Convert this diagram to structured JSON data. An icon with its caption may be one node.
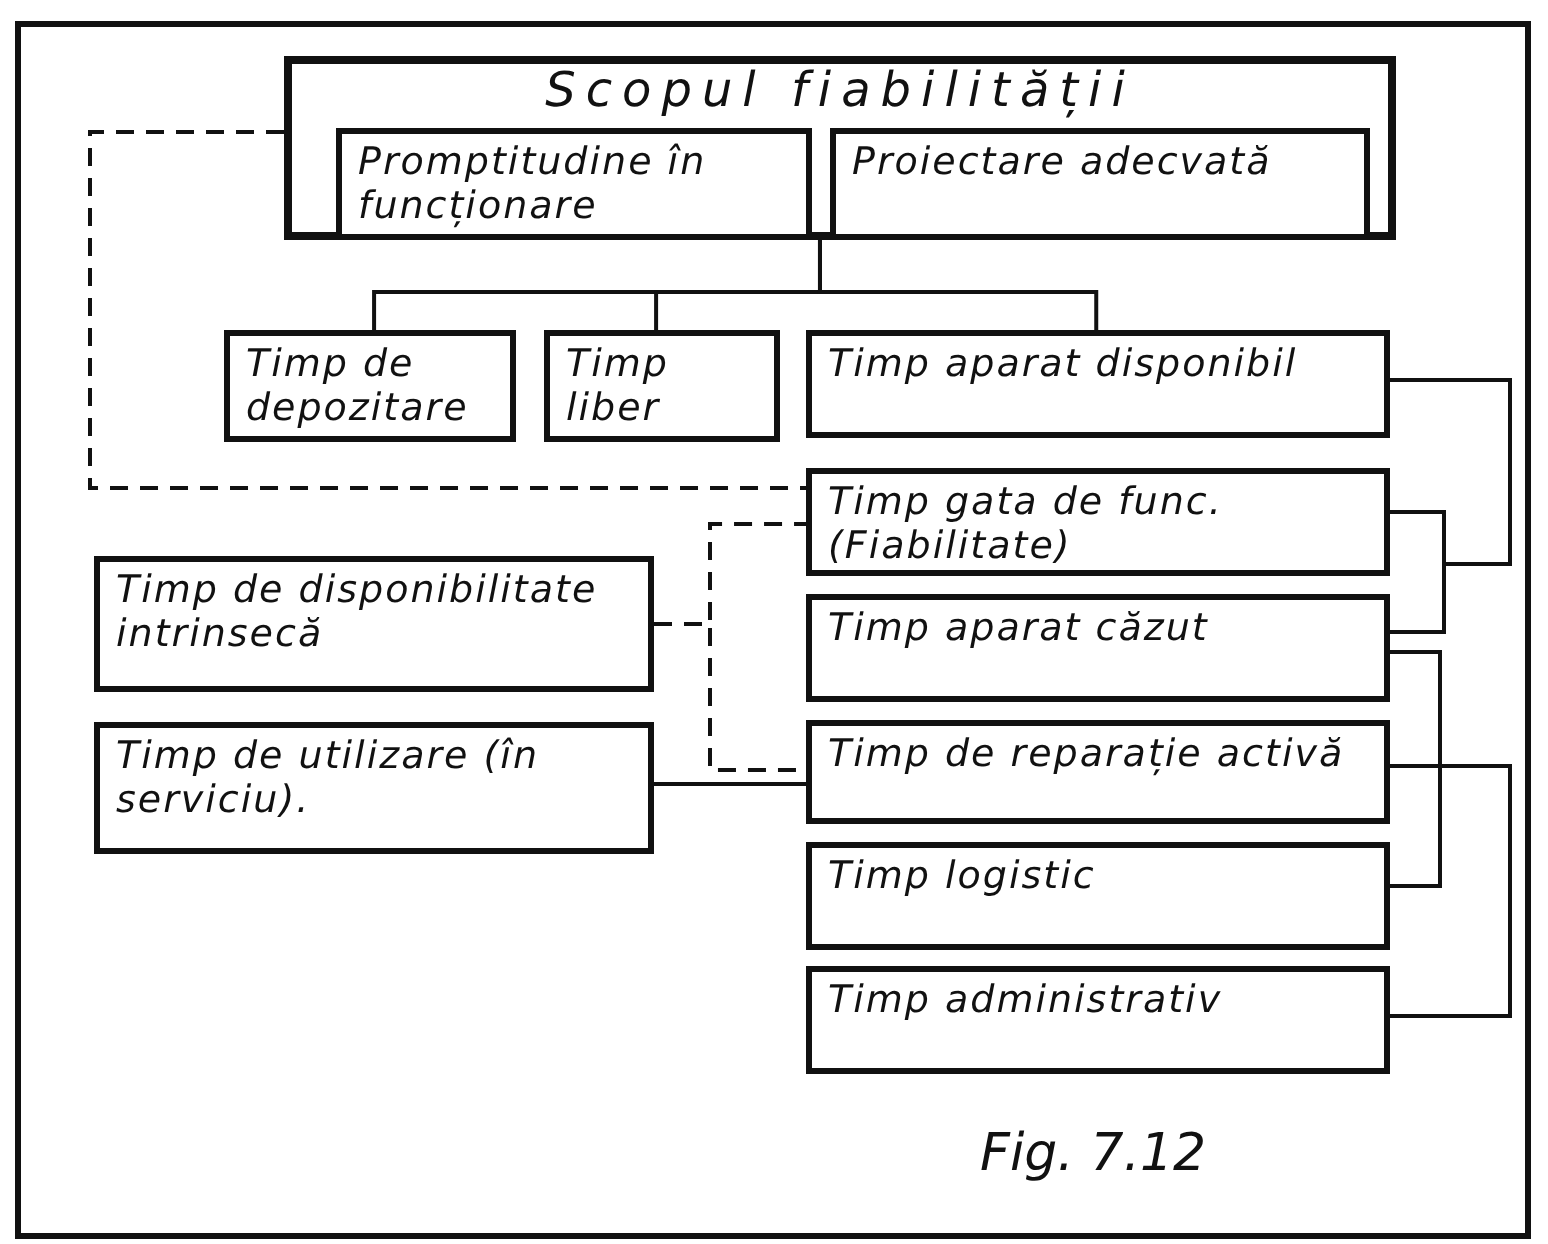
{
  "diagram": {
    "caption": "Fig. 7.12",
    "nodes": [
      {
        "text": [
          "Scopul fiabilității"
        ]
      },
      {
        "text": [
          "Promptitudine în funcționare"
        ],
        "in": 0
      },
      {
        "text": [
          "Proiectare adecvată"
        ],
        "in": 0
      },
      {
        "text": [
          "Timp de depozitare"
        ]
      },
      {
        "text": [
          "Timp liber"
        ]
      },
      {
        "text": [
          "Timp aparat disponibil"
        ]
      },
      {
        "text": [
          "Timp gata de func. (Fiabilitate)"
        ]
      },
      {
        "text": [
          "Timp aparat căzut"
        ]
      },
      {
        "text": [
          "Timp de reparație activă"
        ]
      },
      {
        "text": [
          "Timp logistic"
        ]
      },
      {
        "text": [
          "Timp administrativ"
        ]
      },
      {
        "text": [
          "Timp de disponibilitate intrinsecă"
        ]
      },
      {
        "text": [
          "Timp de utilizare (în serviciu)."
        ]
      }
    ],
    "edges": [
      {
        "from": 0,
        "to": 3,
        "arrow": "none"
      },
      {
        "from": 0,
        "to": 4,
        "arrow": "none"
      },
      {
        "from": 0,
        "to": 5,
        "arrow": "none"
      },
      {
        "from": 0,
        "to": 6,
        "arrow": "none",
        "style": "dashed"
      },
      {
        "from": 5,
        "to": 6,
        "arrow": "none"
      },
      {
        "from": 5,
        "to": 7,
        "arrow": "none"
      },
      {
        "from": 7,
        "to": 8,
        "arrow": "none"
      },
      {
        "from": 7,
        "to": 9,
        "arrow": "none"
      },
      {
        "from": 7,
        "to": 10,
        "arrow": "none"
      },
      {
        "from": 11,
        "to": 6,
        "arrow": "none",
        "style": "dashed"
      },
      {
        "from": 11,
        "to": 8,
        "arrow": "none",
        "style": "dashed"
      },
      {
        "from": 12,
        "to": 8,
        "arrow": "none"
      }
    ]
  }
}
